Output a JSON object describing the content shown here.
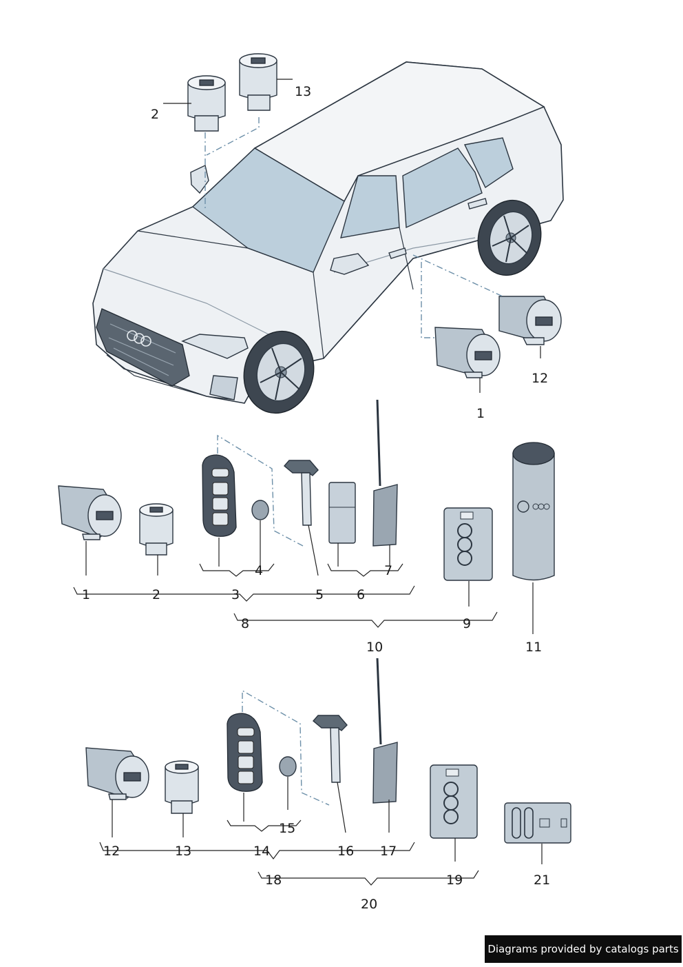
{
  "watermark": "Diagrams provided by catalogs parts",
  "labels": {
    "l1_top": "1",
    "l2_top": "2",
    "l12_top": "12",
    "l13_top": "13",
    "r1": "1",
    "r2": "2",
    "r3": "3",
    "r4": "4",
    "r5": "5",
    "r6": "6",
    "r7": "7",
    "r8": "8",
    "r9": "9",
    "r10": "10",
    "r11": "11",
    "b12": "12",
    "b13": "13",
    "b14": "14",
    "b15": "15",
    "b16": "16",
    "b17": "17",
    "b18": "18",
    "b19": "19",
    "b20": "20",
    "b21": "21"
  },
  "icons": [
    "lock-cylinder",
    "remote-key",
    "battery-coin",
    "emergency-key",
    "key-card",
    "transponder-tag",
    "spray-can",
    "card"
  ],
  "colors": {
    "line": "#222222",
    "dash": "#6c8fa8",
    "part": "#dde4ea",
    "glass": "#bccfdc"
  }
}
